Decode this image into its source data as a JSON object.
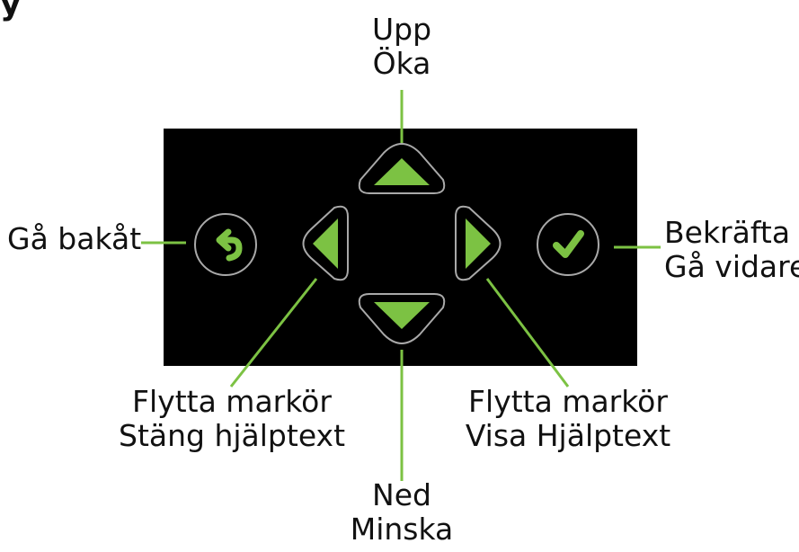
{
  "partial_heading": "y",
  "colors": {
    "panel": "#000000",
    "accent": "#7cc243",
    "outline": "#a9a9a9",
    "line": "#7cc243",
    "text": "#111111"
  },
  "controls": {
    "up": {
      "icon": "up-arrow-icon",
      "label_line1": "Upp",
      "label_line2": "Öka"
    },
    "down": {
      "icon": "down-arrow-icon",
      "label_line1": "Ned",
      "label_line2": "Minska"
    },
    "left": {
      "icon": "left-arrow-icon",
      "label_line1": "Flytta markör",
      "label_line2": "Stäng hjälptext"
    },
    "right": {
      "icon": "right-arrow-icon",
      "label_line1": "Flytta markör",
      "label_line2": "Visa Hjälptext"
    },
    "back": {
      "icon": "undo-arrow-icon",
      "label_line1": "Gå bakåt"
    },
    "confirm": {
      "icon": "checkmark-icon",
      "label_line1": "Bekräfta",
      "label_line2": "Gå vidare"
    }
  }
}
